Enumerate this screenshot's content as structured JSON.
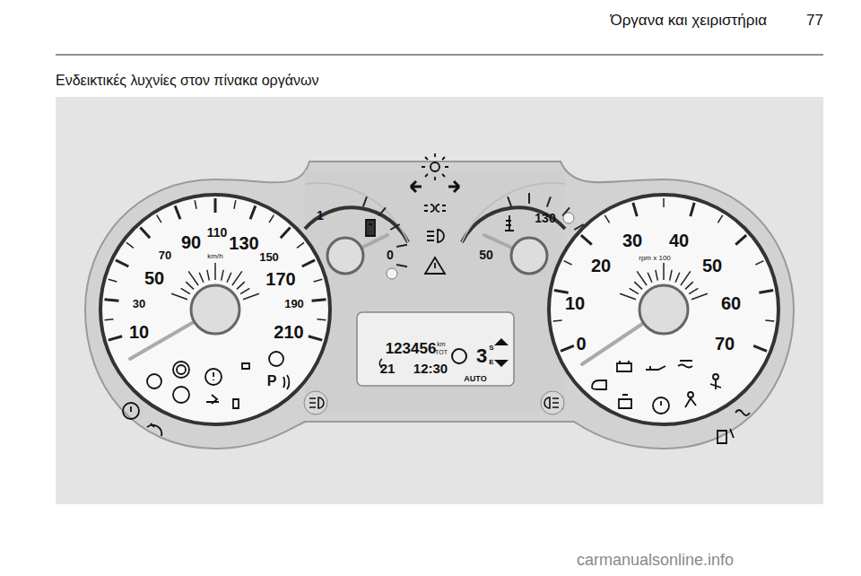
{
  "diagram": {
    "title": "Ενδεικτικές λυχνίες στον πίνακα οργάνων",
    "labels": [
      "Όργανα και χειριστήρια",
      "77",
      "10",
      "30",
      "50",
      "70",
      "90",
      "110",
      "130",
      "150",
      "170",
      "190",
      "210",
      "km/h",
      "1",
      "0",
      "50",
      "130",
      "0",
      "10",
      "20",
      "30",
      "40",
      "50",
      "60",
      "70",
      "rpm x 100",
      "123456",
      "km",
      "TOT",
      "21",
      "12:30",
      "3",
      "S",
      "E",
      "AUTO",
      "P",
      "carmanualsonline.info"
    ]
  }
}
